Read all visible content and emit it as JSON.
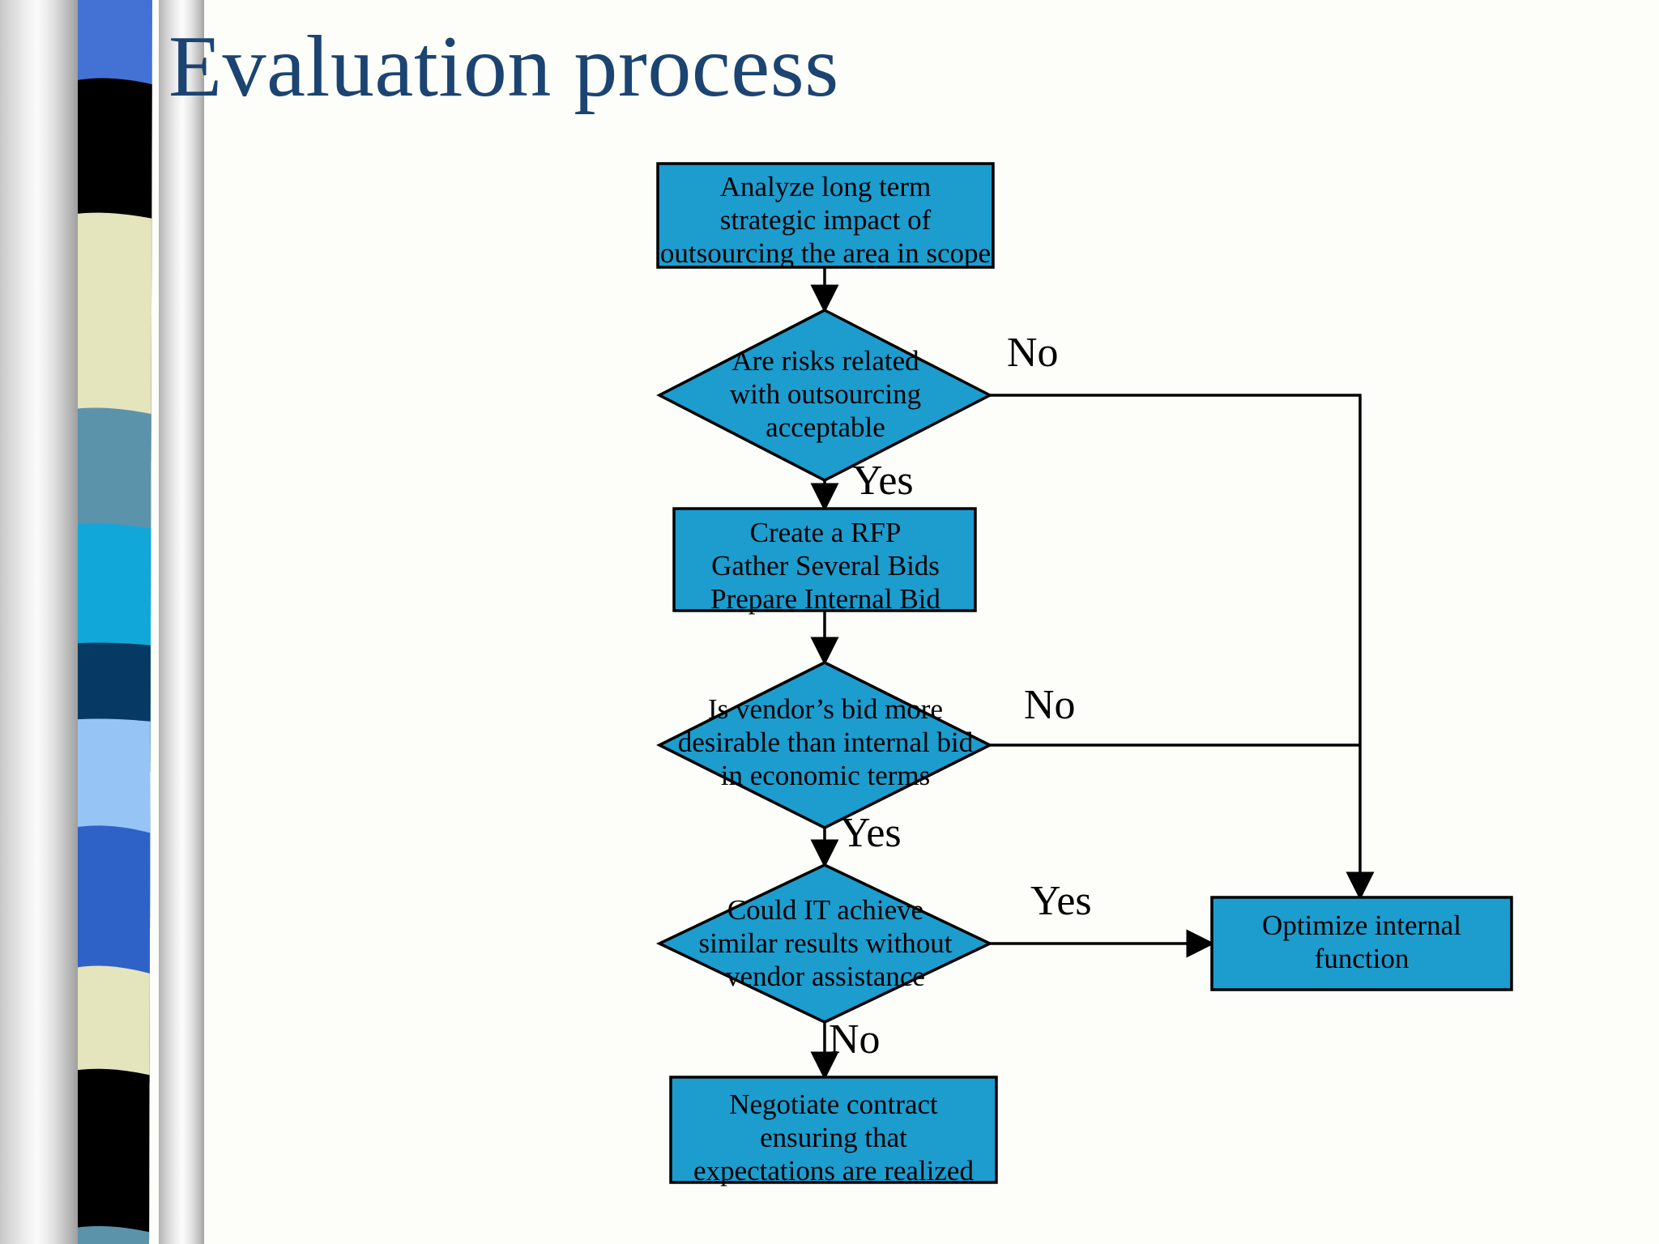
{
  "slide": {
    "title": "Evaluation process",
    "background_color": "#fdfef9",
    "title_color": "#1b4472"
  },
  "theme": {
    "node_fill": "#1d9cce",
    "node_stroke": "#000000",
    "connector_color": "#000000",
    "text_color": "#000000"
  },
  "sidebar": {
    "name": "decorative-stripe-sidebar",
    "band_colors": [
      "#4472d4",
      "#000000",
      "#e4e4bd",
      "#5b93ab",
      "#11a8d9",
      "#063963",
      "#96c4f5",
      "#2f62c6",
      "#e4e4bd",
      "#000000",
      "#5b93ab",
      "#11a8d9",
      "#063963",
      "#96c4f5",
      "#11a8d9",
      "#e4e4bd",
      "#063963"
    ]
  },
  "flowchart": {
    "type": "flowchart",
    "nodes": [
      {
        "id": "analyze",
        "shape": "process",
        "lines": [
          "Analyze long term",
          "strategic impact of",
          "outsourcing the area in scope"
        ]
      },
      {
        "id": "risks",
        "shape": "decision",
        "lines": [
          "Are risks related",
          "with outsourcing",
          "acceptable"
        ]
      },
      {
        "id": "rfp",
        "shape": "process",
        "lines": [
          "Create a RFP",
          "Gather Several Bids",
          "Prepare Internal Bid"
        ]
      },
      {
        "id": "vendorbid",
        "shape": "decision",
        "lines": [
          "Is vendor’s bid more",
          "desirable than internal bid",
          "in economic terms"
        ]
      },
      {
        "id": "couldit",
        "shape": "decision",
        "lines": [
          "Could IT achieve",
          "similar results without",
          "vendor assistance"
        ]
      },
      {
        "id": "optimize",
        "shape": "process",
        "lines": [
          "Optimize internal",
          "function"
        ]
      },
      {
        "id": "negotiate",
        "shape": "process",
        "lines": [
          "Negotiate contract",
          "ensuring that",
          "expectations are realized"
        ]
      }
    ],
    "edges": [
      {
        "id": "e-analyze-risks",
        "from": "analyze",
        "to": "risks",
        "label": ""
      },
      {
        "id": "e-risks-no",
        "from": "risks",
        "to": "optimize",
        "label": "No"
      },
      {
        "id": "e-risks-yes",
        "from": "risks",
        "to": "rfp",
        "label": "Yes"
      },
      {
        "id": "e-rfp-vendorbid",
        "from": "rfp",
        "to": "vendorbid",
        "label": ""
      },
      {
        "id": "e-vendorbid-no",
        "from": "vendorbid",
        "to": "optimize",
        "label": "No"
      },
      {
        "id": "e-vendorbid-yes",
        "from": "vendorbid",
        "to": "couldit",
        "label": "Yes"
      },
      {
        "id": "e-couldit-yes",
        "from": "couldit",
        "to": "optimize",
        "label": "Yes"
      },
      {
        "id": "e-couldit-no",
        "from": "couldit",
        "to": "negotiate",
        "label": "No"
      }
    ],
    "edge_labels": {
      "risks_no": "No",
      "risks_yes": "Yes",
      "vendorbid_no": "No",
      "vendorbid_yes": "Yes",
      "couldit_yes": "Yes",
      "couldit_no": "No"
    }
  }
}
